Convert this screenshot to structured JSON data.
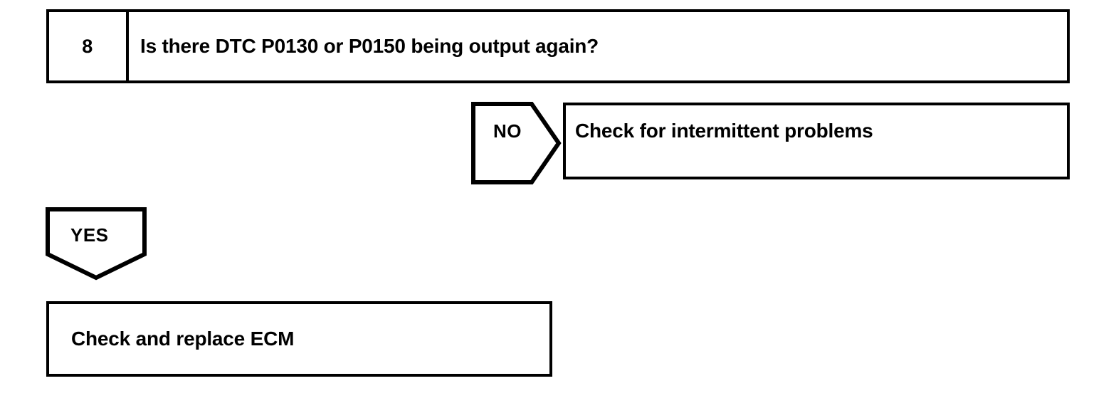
{
  "flowchart": {
    "type": "diagnostic-troubleshooting-step",
    "step": {
      "number": "8",
      "question": "Is there DTC P0130 or P0150 being output again?"
    },
    "branches": [
      {
        "id": "no",
        "label": "NO",
        "direction": "right",
        "outcome": "Check for intermittent problems"
      },
      {
        "id": "yes",
        "label": "YES",
        "direction": "down",
        "outcome": "Check and replace ECM"
      }
    ],
    "outcomes": {
      "no_result": "Check for intermittent problems",
      "yes_result": "Check and replace ECM"
    },
    "colors": {
      "ink": "#000000",
      "paper": "#ffffff"
    }
  }
}
